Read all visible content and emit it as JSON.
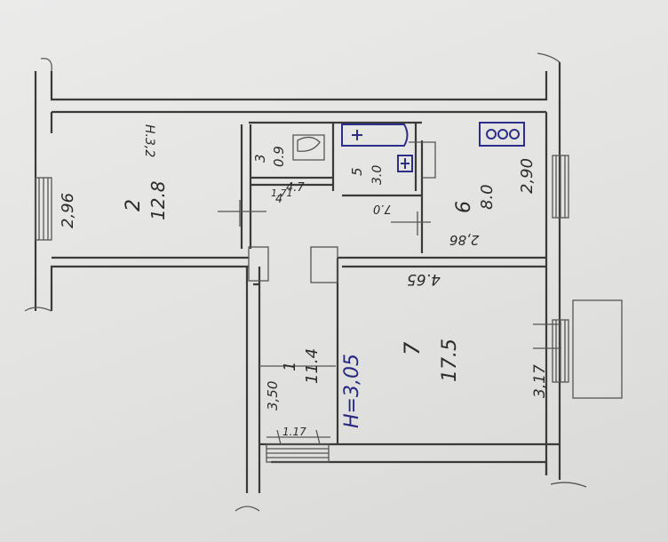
{
  "plan": {
    "rooms": [
      {
        "id": "room-2",
        "number": "2",
        "area": "12.8",
        "width": "2,96",
        "height_note": "Н.3,2"
      },
      {
        "id": "room-3",
        "number": "3",
        "area": "0.9"
      },
      {
        "id": "room-5",
        "number": "5",
        "area": "3.0"
      },
      {
        "id": "room-6",
        "number": "6",
        "area": "8.0",
        "width": "2,90",
        "side": "2,86"
      },
      {
        "id": "room-1",
        "number": "1",
        "area": "11.4",
        "width": "3,50"
      },
      {
        "id": "room-7",
        "number": "7",
        "area": "17.5",
        "width": "3,17",
        "side": "4.65"
      }
    ],
    "corridor": {
      "number": "4",
      "area": "4.7",
      "sub": "7.0"
    },
    "ceiling_height": "H=3,05",
    "small_marks": [
      "1.17",
      "1.71"
    ],
    "ink_colors": {
      "pencil": "#3a3a3a",
      "pen": "#2e2e8a"
    }
  }
}
